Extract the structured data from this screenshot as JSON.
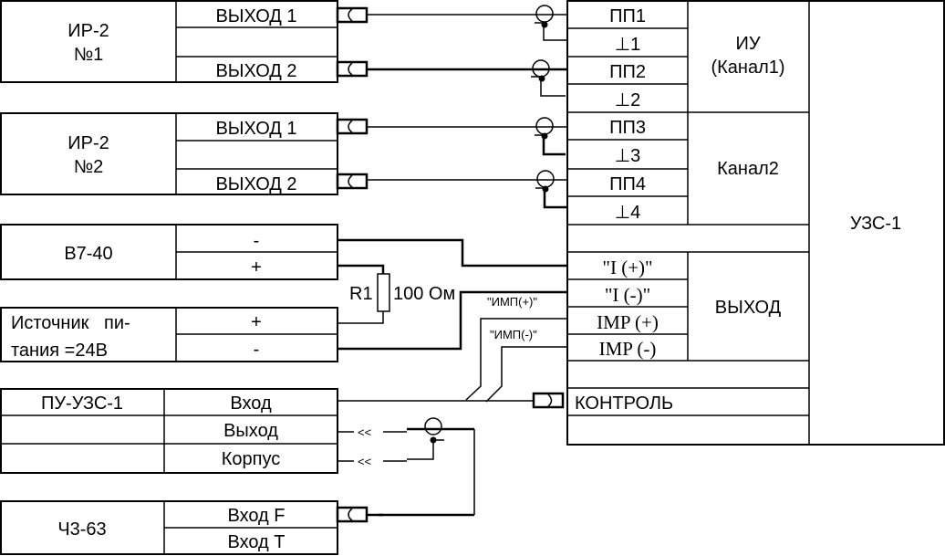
{
  "diagram": {
    "type": "wiring-diagram",
    "colors": {
      "line": "#000000",
      "background": "#ffffff"
    },
    "devices": {
      "ir2_1": {
        "name": "ИР-2",
        "number": "№1",
        "ports": [
          "ВЫХОД 1",
          "",
          "ВЫХОД 2"
        ]
      },
      "ir2_2": {
        "name": "ИР-2",
        "number": "№2",
        "ports": [
          "ВЫХОД 1",
          "",
          "ВЫХОД 2"
        ]
      },
      "b7_40": {
        "name": "В7-40",
        "ports": [
          "-",
          "+"
        ]
      },
      "psu": {
        "name_line1": "Источник   пи-",
        "name_line2": "тания =24В",
        "ports": [
          "+",
          "-"
        ]
      },
      "pu_uzs": {
        "name": "ПУ-УЗС-1",
        "ports": [
          "Вход",
          "Выход",
          "Корпус"
        ]
      },
      "ch3_63": {
        "name": "Ч3-63",
        "ports": [
          "Вход F",
          "Вход T"
        ]
      },
      "uzs1": {
        "name": "УЗС-1",
        "channel1_label_line1": "ИУ",
        "channel1_label_line2": "(Канал1)",
        "channel2_label": "Канал2",
        "output_label": "ВЫХОД",
        "channel1_ports": [
          "ПП1",
          "⊥1",
          "ПП2",
          "⊥2"
        ],
        "channel2_ports": [
          "ПП3",
          "⊥3",
          "ПП4",
          "⊥4"
        ],
        "output_ports": [
          "\"I (+)\"",
          "\"I (-)\"",
          "IMP (+)",
          "IMP (-)"
        ],
        "control_label": "КОНТРОЛЬ"
      }
    },
    "components": {
      "resistor_name": "R1",
      "resistor_value": "100 Ом"
    },
    "wire_labels": {
      "imp_plus": "\"ИМП(+)\"",
      "imp_minus": "\"ИМП(-)\""
    },
    "connector_symbols": {
      "plug_out": "<<",
      "plug_out2": "<<"
    }
  }
}
